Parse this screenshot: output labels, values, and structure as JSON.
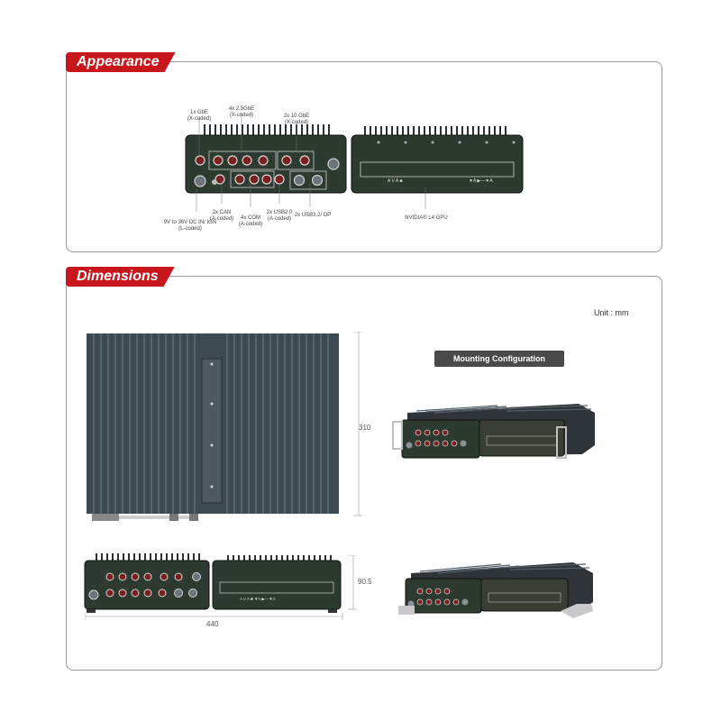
{
  "sections": {
    "appearance": {
      "title": "Appearance"
    },
    "dimensions": {
      "title": "Dimensions"
    }
  },
  "appearance_labels": {
    "gbe_1x": [
      "1x GbE",
      "(X-coded)"
    ],
    "gbe_25": [
      "4x 2.5GbE",
      "(X-coded)"
    ],
    "gbe_10": [
      "2x 10 GbE",
      "(X-coded)"
    ],
    "power": [
      "9V to 36V  DC IN/ IGN",
      "(L-coded)"
    ],
    "can": [
      "2x CAN",
      "(A-coded)"
    ],
    "com": [
      "4x COM",
      "(A-coded)"
    ],
    "usb20": [
      "2x USB2.0",
      "(A-coded)"
    ],
    "usb32": [
      "2x USB3.2/ DP"
    ],
    "gpu": [
      "NVIDIA® L4 GPU"
    ]
  },
  "dimensions": {
    "unit_label": "Unit : mm",
    "mounting_label": "Mounting Configuration",
    "depth": "310",
    "height": "90.5",
    "width": "440"
  },
  "colors": {
    "accent": "#c8161d",
    "chassis": "#3e4a52",
    "front_panel": "#2c3a30",
    "mount_button": "#4a4a4a"
  }
}
